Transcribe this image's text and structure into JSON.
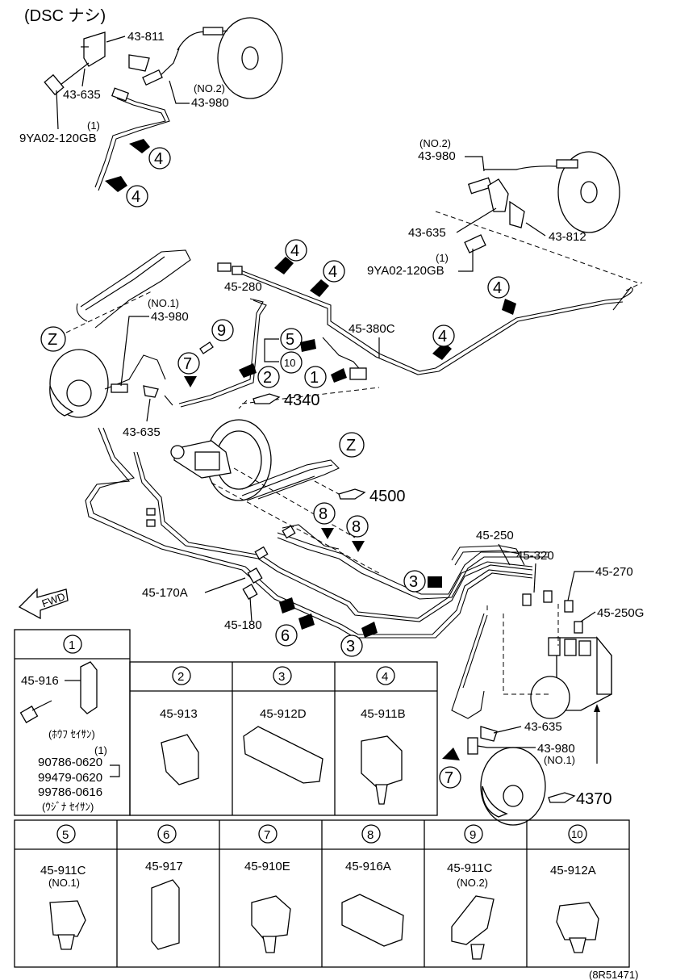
{
  "header": "(DSC ナシ)",
  "footer_code": "(8R51471)",
  "fwd_label": "FWD",
  "view_marker": "Z",
  "refs": {
    "r4340": "4340",
    "r4500": "4500",
    "r4370": "4370"
  },
  "callouts": {
    "c_43_811": "43-811",
    "c_43_635_a": "43-635",
    "c_no2_a": "(NO.2)",
    "c_43_980_a": "43-980",
    "c_1_a": "(1)",
    "c_9ya02_a": "9YA02-120GB",
    "c_no2_b": "(NO.2)",
    "c_43_980_b": "43-980",
    "c_43_635_b": "43-635",
    "c_43_812": "43-812",
    "c_1_b": "(1)",
    "c_9ya02_b": "9YA02-120GB",
    "c_45_280": "45-280",
    "c_45_380c": "45-380C",
    "c_no1_a": "(NO.1)",
    "c_43_980_c": "43-980",
    "c_43_635_c": "43-635",
    "c_45_250": "45-250",
    "c_45_320": "45-320",
    "c_45_270": "45-270",
    "c_45_250g": "45-250G",
    "c_45_170a": "45-170A",
    "c_45_180": "45-180",
    "c_43_635_d": "43-635",
    "c_43_980_d": "43-980",
    "c_no1_b": "(NO.1)"
  },
  "clip_numbers": [
    "4",
    "4",
    "4",
    "4",
    "4",
    "4",
    "4",
    "9",
    "5",
    "10",
    "7",
    "2",
    "1",
    "8",
    "8",
    "3",
    "3",
    "6",
    "7"
  ],
  "legend": {
    "cell1": {
      "num": "1",
      "part": "45-916",
      "note1": "(ﾎｳﾌ ｾｲｻﾝ)",
      "qty": "(1)",
      "bolt1": "90786-0620",
      "bolt2": "99479-0620",
      "bolt3": "99786-0616",
      "note2": "(ｳｼﾞﾅ ｾｲｻﾝ)"
    },
    "cells": [
      {
        "num": "2",
        "part": "45-913",
        "sub": ""
      },
      {
        "num": "3",
        "part": "45-912D",
        "sub": ""
      },
      {
        "num": "4",
        "part": "45-911B",
        "sub": ""
      },
      {
        "num": "5",
        "part": "45-911C",
        "sub": "(NO.1)"
      },
      {
        "num": "6",
        "part": "45-917",
        "sub": ""
      },
      {
        "num": "7",
        "part": "45-910E",
        "sub": ""
      },
      {
        "num": "8",
        "part": "45-916A",
        "sub": ""
      },
      {
        "num": "9",
        "part": "45-911C",
        "sub": "(NO.2)"
      },
      {
        "num": "10",
        "part": "45-912A",
        "sub": ""
      }
    ]
  }
}
